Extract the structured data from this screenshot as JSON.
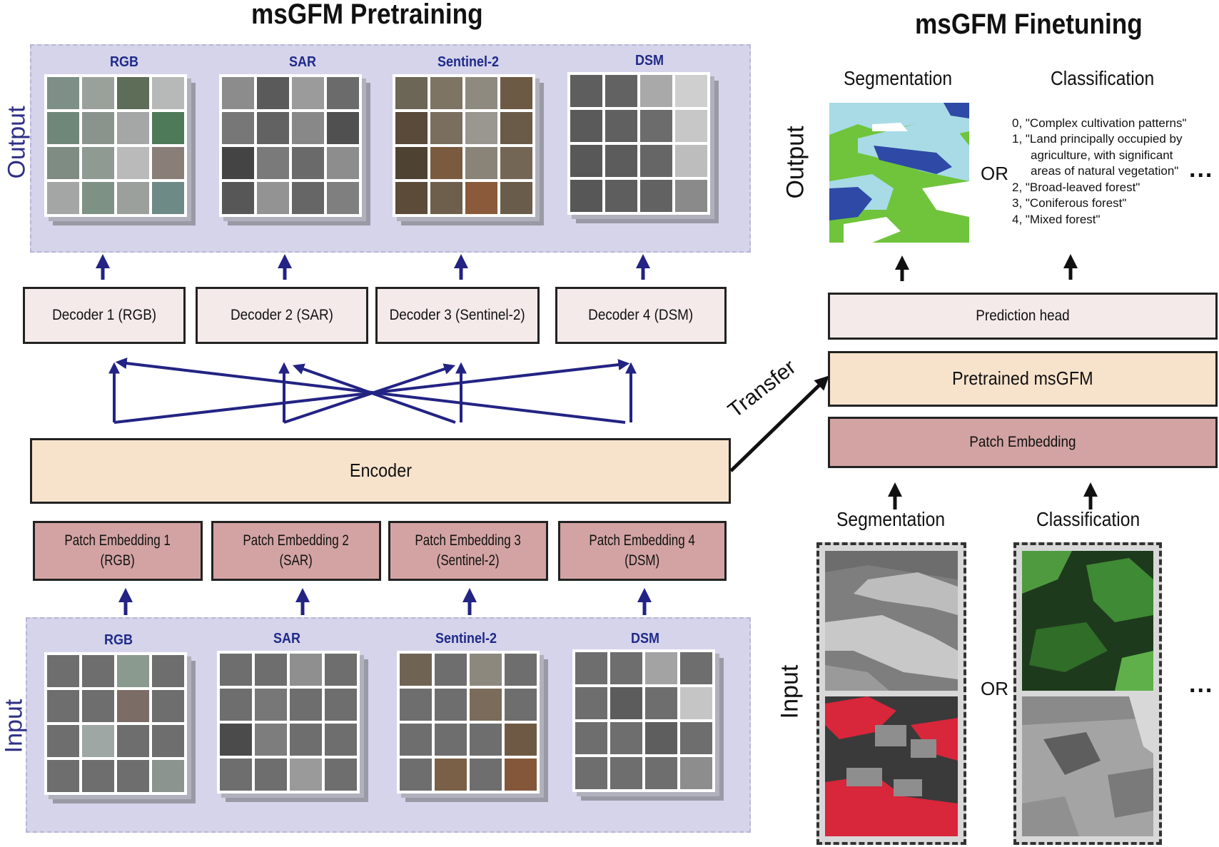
{
  "titles": {
    "pretraining": "msGFM Pretraining",
    "finetuning": "msGFM Finetuning"
  },
  "pretraining": {
    "output_label": "Output",
    "input_label": "Input",
    "modalities": [
      "RGB",
      "SAR",
      "Sentinel-2",
      "DSM"
    ],
    "decoders": [
      "Decoder 1 (RGB)",
      "Decoder 2 (SAR)",
      "Decoder 3 (Sentinel-2)",
      "Decoder 4 (DSM)"
    ],
    "encoder": "Encoder",
    "patch_embeddings": [
      {
        "line1": "Patch Embedding 1",
        "line2": "(RGB)"
      },
      {
        "line1": "Patch Embedding 2",
        "line2": "(SAR)"
      },
      {
        "line1": "Patch Embedding 3",
        "line2": "(Sentinel-2)"
      },
      {
        "line1": "Patch Embedding 4",
        "line2": "(DSM)"
      }
    ]
  },
  "transfer_label": "Transfer",
  "finetuning": {
    "output_label": "Output",
    "input_label": "Input",
    "tasks": [
      "Segmentation",
      "Classification"
    ],
    "or_label": "OR",
    "dots": "...",
    "prediction_head": "Prediction head",
    "pretrained_model": "Pretrained msGFM",
    "patch_embedding": "Patch Embedding",
    "classes": [
      "0, \"Complex cultivation patterns\"",
      "1, \"Land principally occupied by",
      "agriculture, with significant",
      "areas of natural vegetation\"",
      "2, \"Broad-leaved forest\"",
      "3, \"Coniferous forest\"",
      "4, \"Mixed forest\""
    ]
  },
  "colors": {
    "panel": "#d6d4ea",
    "arrow_blue": "#232384",
    "decoder_fill": "#f5eaea",
    "patch_embedding_fill": "#d3a3a3",
    "encoder_fill": "#f7e3cc",
    "label_blue": "#1f2a8a"
  },
  "icons": [
    "up-arrow-icon",
    "transfer-arrow-icon",
    "cross-arrows-icon"
  ]
}
